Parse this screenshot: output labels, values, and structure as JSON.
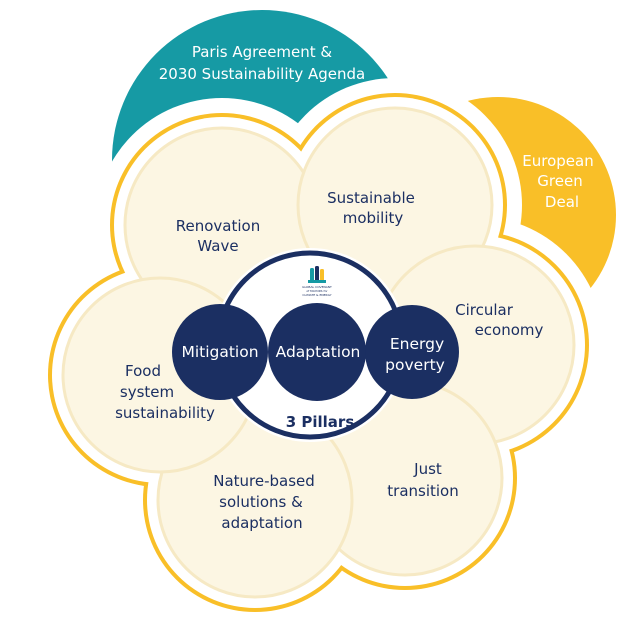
{
  "colors": {
    "teal": "#169aa4",
    "yellow": "#f9bf28",
    "pale_fill": "#fcf6e3",
    "petal_outline": "#f6e9c4",
    "navy": "#1b2f62",
    "white": "#ffffff"
  },
  "outer": {
    "paris": [
      "Paris Agreement &",
      "2030 Sustainability Agenda"
    ],
    "green_deal": [
      "European",
      "Green",
      "Deal"
    ]
  },
  "petals": {
    "renovation": [
      "Renovation",
      "Wave"
    ],
    "mobility": [
      "Sustainable",
      "mobility"
    ],
    "circular": [
      "Circular",
      "economy"
    ],
    "transition": [
      "Just",
      "transition"
    ],
    "nature": [
      "Nature-based",
      "solutions &",
      "adaptation"
    ],
    "food": [
      "Food",
      "system",
      "sustainability"
    ]
  },
  "pillars": {
    "mitigation": "Mitigation",
    "adaptation": "Adaptation",
    "energy": [
      "Energy",
      "poverty"
    ],
    "caption": "3 Pillars"
  },
  "logo": {
    "icon": "covenant-logo-icon",
    "text": [
      "GLOBAL COVENANT",
      "of MAYORS for",
      "CLIMATE & ENERGY"
    ]
  }
}
